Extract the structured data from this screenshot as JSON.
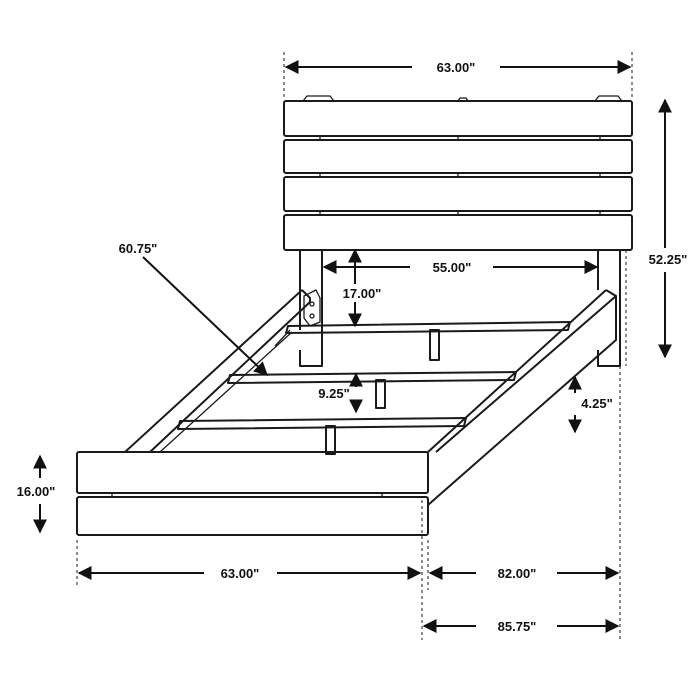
{
  "dimensions": {
    "headboard_width": "63.00\"",
    "headboard_height": "52.25\"",
    "inner_width": "55.00\"",
    "headboard_clearance": "17.00\"",
    "rail_diagonal": "60.75\"",
    "slat_height": "9.25\"",
    "side_rail_height": "4.25\"",
    "footboard_height": "16.00\"",
    "overall_width": "63.00\"",
    "rail_length": "82.00\"",
    "overall_length": "85.75\""
  },
  "colors": {
    "line": "#1a1a1a",
    "background": "#ffffff"
  }
}
